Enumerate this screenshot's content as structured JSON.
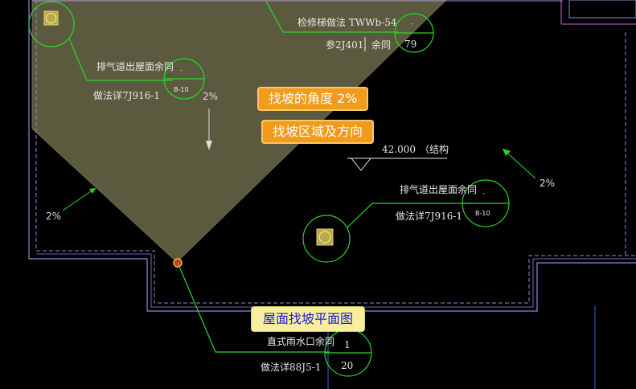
{
  "callouts": {
    "slope_angle": "找坡的角度 2%",
    "slope_area": "找坡区域及方向",
    "plan_title": "屋面找坡平面图"
  },
  "annotations": {
    "ladder_label": "检修梯做法 TWWb-54",
    "ladder_ref": "参2J401,",
    "same_as": "余同",
    "ladder_num": "79",
    "vent_label": "排气道出屋面余同",
    "vent_method": "做法详7J916-1",
    "vent_ref": "B-10",
    "dash": "-",
    "slope_pct": "2%",
    "elevation": "42.000",
    "elevation_note": "（结构",
    "drain_label": "直式雨水口余同",
    "drain_method": "做法详88J5-1",
    "drain_top": "1",
    "drain_bottom": "20"
  },
  "colors": {
    "background": "#000000",
    "slope_fill": "#5b5a3e",
    "linework": "#8a8bd6",
    "leader": "#2bd62b",
    "callout_orange": "#f29a1a",
    "label_yellow": "#f7ef9e"
  }
}
